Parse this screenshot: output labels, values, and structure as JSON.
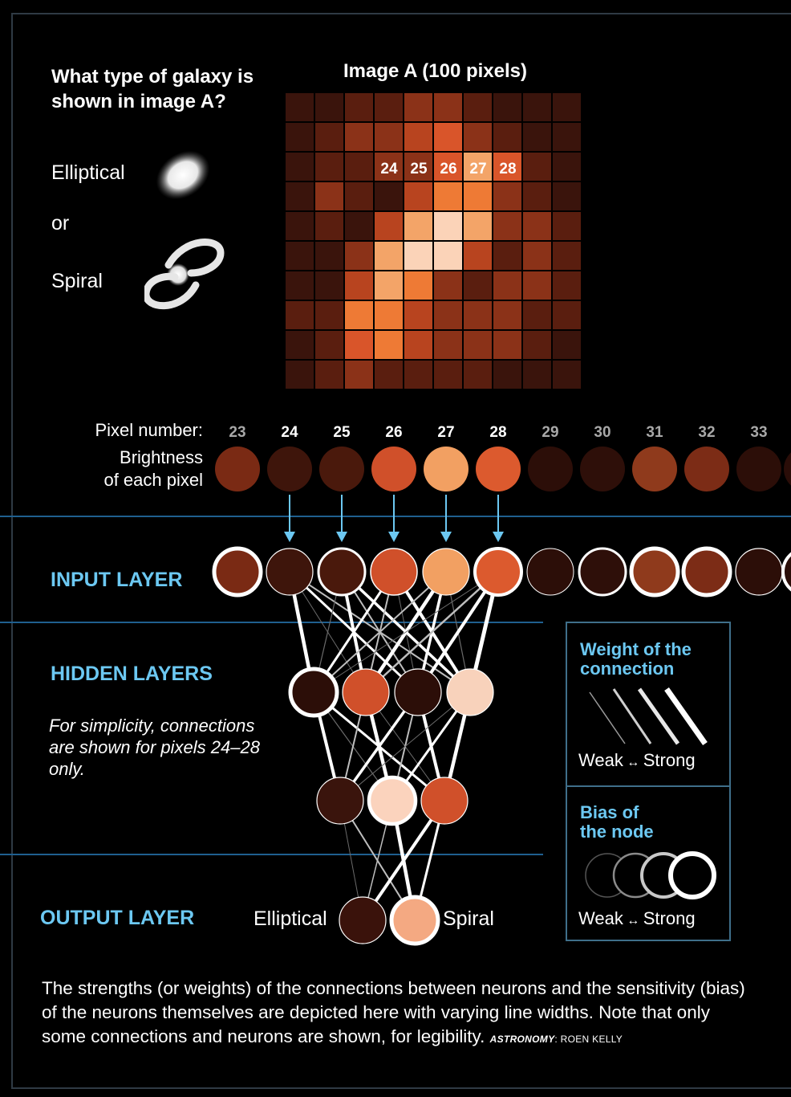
{
  "question": "What type of galaxy is shown in image A?",
  "options": {
    "elliptical": "Elliptical",
    "or": "or",
    "spiral": "Spiral"
  },
  "image_title": "Image A (100 pixels)",
  "grid_labels": [
    "24",
    "25",
    "26",
    "27",
    "28"
  ],
  "pixel_row": {
    "number_label": "Pixel number:",
    "brightness_label_1": "Brightness",
    "brightness_label_2": "of each pixel",
    "numbers": [
      "23",
      "24",
      "25",
      "26",
      "27",
      "28",
      "29",
      "30",
      "31",
      "32",
      "33"
    ]
  },
  "layers": {
    "input": "INPUT LAYER",
    "hidden": "HIDDEN LAYERS",
    "output": "OUTPUT LAYER"
  },
  "note": "For simplicity, connections are shown for pixels 24–28 only.",
  "outputs": {
    "elliptical": "Elliptical",
    "spiral": "Spiral"
  },
  "legend": {
    "weight_title_1": "Weight of the",
    "weight_title_2": "connection",
    "bias_title_1": "Bias of",
    "bias_title_2": "the node",
    "weak": "Weak",
    "strong": "Strong"
  },
  "caption": "The strengths (or weights) of the connections between neurons and the sensitivity (bias) of the neurons themselves are depicted here with varying line widths. Note that only some connections and neurons are shown, for legibility.",
  "credit_source": "ASTRONOMY",
  "credit_author": ": ROEN KELLY",
  "colors": {
    "accent_blue": "#6cc8f2",
    "divider": "#1f5f8f",
    "dark_pixel": "#3a140c",
    "mid_pixel": "#8b3218",
    "bright_pixel": "#d9552a",
    "light_pixel": "#f3a468",
    "pale_pixel": "#fbd3b8"
  }
}
